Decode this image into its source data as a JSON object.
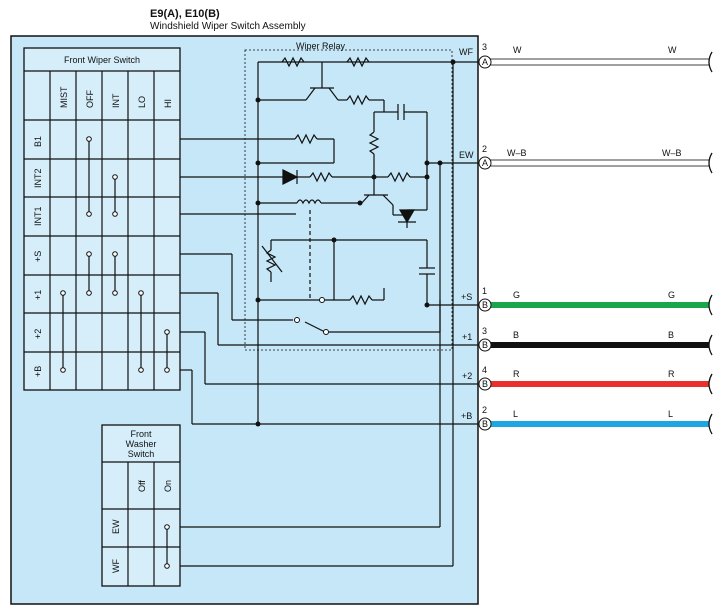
{
  "header": {
    "title": "E9(A), E10(B)",
    "subtitle": "Windshield Wiper Switch Assembly"
  },
  "wiper_switch": {
    "title": "Front Wiper Switch",
    "columns": [
      "MIST",
      "OFF",
      "INT",
      "LO",
      "HI"
    ],
    "rows": [
      "B1",
      "INT2",
      "INT1",
      "+S",
      "+1",
      "+2",
      "+B"
    ]
  },
  "washer_switch": {
    "title_lines": [
      "Front",
      "Washer",
      "Switch"
    ],
    "columns": [
      "Off",
      "On"
    ],
    "rows": [
      "EW",
      "WF"
    ]
  },
  "relay": {
    "title": "Wiper Relay"
  },
  "terminals": [
    {
      "label": "WF",
      "pin": "3",
      "conn": "A",
      "wire": "W",
      "color": "#ffffff"
    },
    {
      "label": "EW",
      "pin": "2",
      "conn": "A",
      "wire": "W–B",
      "color": "#ffffff"
    },
    {
      "label": "+S",
      "pin": "1",
      "conn": "B",
      "wire": "G",
      "color": "#1aa64a"
    },
    {
      "label": "+1",
      "pin": "3",
      "conn": "B",
      "wire": "B",
      "color": "#111111"
    },
    {
      "label": "+2",
      "pin": "4",
      "conn": "B",
      "wire": "R",
      "color": "#e8302c"
    },
    {
      "label": "+B",
      "pin": "2",
      "conn": "B",
      "wire": "L",
      "color": "#1ea6e3"
    }
  ],
  "colors": {
    "panel": "#c5e7f7",
    "table_bg": "#d6eefa",
    "line": "#111111"
  }
}
